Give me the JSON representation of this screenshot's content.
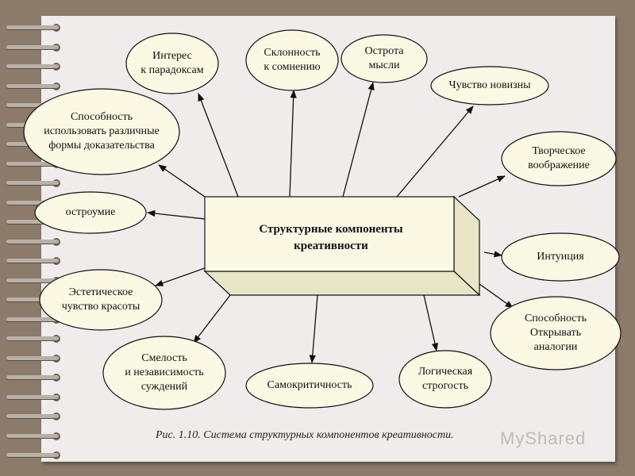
{
  "center": {
    "title": "Структурные компоненты\nкреативности"
  },
  "components": [
    {
      "id": "interest-paradoxes",
      "label": "Интерес\nк парадоксам"
    },
    {
      "id": "doubt",
      "label": "Склонность\nк сомнению"
    },
    {
      "id": "sharpness",
      "label": "Острота\nмысли"
    },
    {
      "id": "novelty",
      "label": "Чувство новизны"
    },
    {
      "id": "proof-forms",
      "label": "Способность\nиспользовать различные\nформы доказательства"
    },
    {
      "id": "creative-imagination",
      "label": "Творческое\nвоображение"
    },
    {
      "id": "wit",
      "label": "остроумие"
    },
    {
      "id": "intuition",
      "label": "Интуиция"
    },
    {
      "id": "aesthetic",
      "label": "Эстетическое\nчувство красоты"
    },
    {
      "id": "analogies",
      "label": "Способность\nОткрывать\nаналогии"
    },
    {
      "id": "courage",
      "label": "Смелость\nи независимость\nсуждений"
    },
    {
      "id": "self-criticism",
      "label": "Самокритичность"
    },
    {
      "id": "logic",
      "label": "Логическая\nстрогость"
    }
  ],
  "caption": "Рис. 1.10. Система структурных компонентов креативности.",
  "watermark": "MyShared",
  "colors": {
    "ellipse_fill": "#fbf9e4",
    "box_front": "#fbf9e4",
    "box_side": "#e9e6c8",
    "stroke": "#111111",
    "page": "#efeceb",
    "background": "#8c7a6b"
  }
}
